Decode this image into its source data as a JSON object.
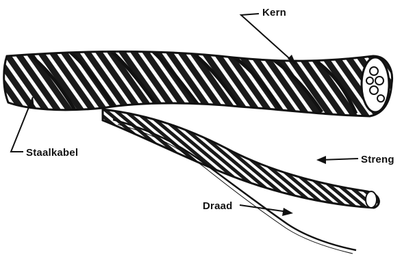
{
  "labels": {
    "kern": "Kern",
    "staalkabel": "Staalkabel",
    "streng": "Streng",
    "draad": "Draad"
  },
  "colors": {
    "ink": "#111111",
    "paper": "#ffffff"
  }
}
